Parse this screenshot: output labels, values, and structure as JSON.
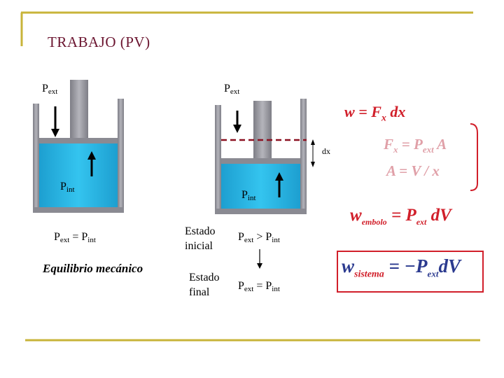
{
  "slide": {
    "title": "TRABAJO  (PV)",
    "left_piston": {
      "pext_label": "P",
      "pext_sub": "ext",
      "pint_label": "P",
      "pint_sub": "int"
    },
    "right_piston": {
      "pext_label": "P",
      "pext_sub": "ext",
      "pint_label": "P",
      "pint_sub": "int",
      "dx_label": "dx"
    },
    "left_condition": {
      "p1": "P",
      "p1_sub": "ext",
      "op": " = ",
      "p2": "P",
      "p2_sub": "int"
    },
    "equilibrium_text": "Equilibrio mecánico",
    "state_initial": [
      "Estado",
      "inicial"
    ],
    "state_final": [
      "Estado",
      "final"
    ],
    "initial_condition": {
      "p1": "P",
      "p1_sub": "ext",
      "op": " > ",
      "p2": "P",
      "p2_sub": "int"
    },
    "final_condition": {
      "p1": "P",
      "p1_sub": "ext",
      "op": " = ",
      "p2": "P",
      "p2_sub": "int"
    },
    "formulas": {
      "work_force": {
        "lhs": "w",
        "eq": " = ",
        "F": "F",
        "F_sub": "x",
        "dx": " dx"
      },
      "force_pressure": {
        "F": "F",
        "F_sub": "x",
        "eq": " = ",
        "P": "P",
        "P_sub": "ext",
        "A": " A"
      },
      "area": {
        "A": "A",
        "eq": " = ",
        "V": "V",
        "sep": " / ",
        "x": "x"
      },
      "work_piston": {
        "w": "w",
        "w_sub": "embolo",
        "eq": " = ",
        "P": "P",
        "P_sub": "ext",
        "dV": " dV"
      },
      "work_system": {
        "w": "w",
        "w_sub": "sistema",
        "eq": " = −",
        "P": "P",
        "P_sub": "ext",
        "dV": "dV"
      }
    },
    "colors": {
      "liquid": "#29b6e3",
      "cylinder": "#9a9aa0",
      "frame": "#c8b43a",
      "title": "#6b1530",
      "formula_red": "#d11f2a",
      "formula_blue": "#2b3a8f",
      "dashed_line": "#8b1020"
    }
  }
}
